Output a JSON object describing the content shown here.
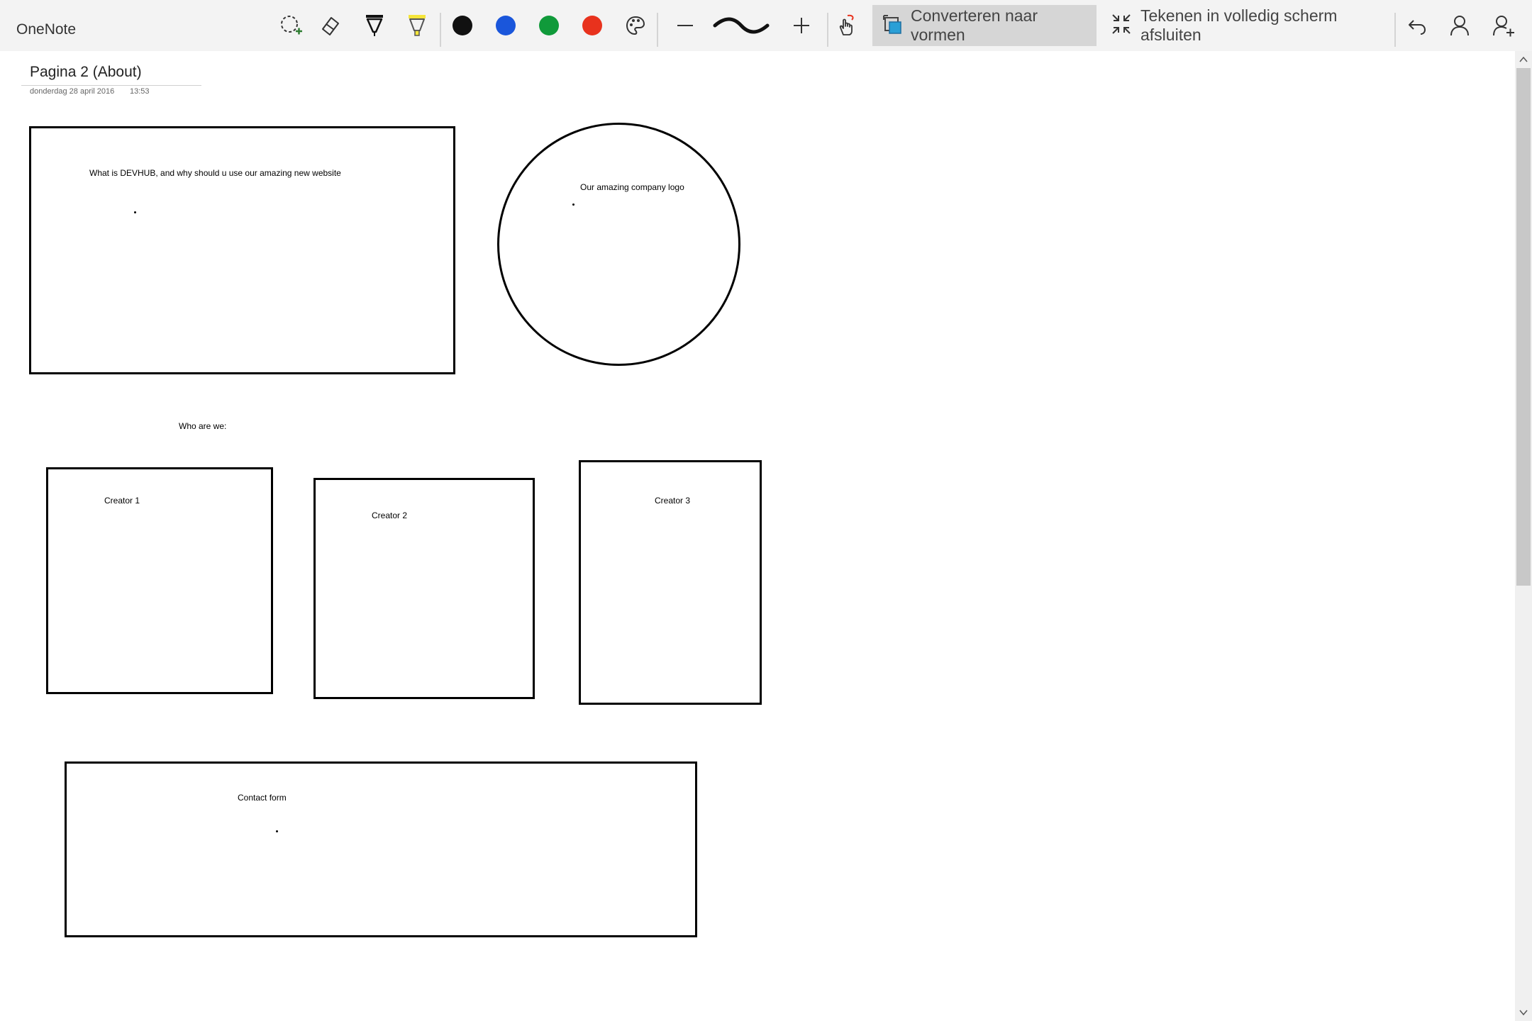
{
  "app": {
    "title": "OneNote"
  },
  "toolbar": {
    "tools": [
      "lasso-select",
      "eraser",
      "pen",
      "highlighter"
    ],
    "colors": [
      "#111111",
      "#1a56db",
      "#109a3a",
      "#e8321d"
    ],
    "more_colors_icon": "palette-icon",
    "thickness_decrease_icon": "minus-icon",
    "thickness_increase_icon": "plus-icon",
    "convert_to_shapes_label": "Converteren naar vormen",
    "exit_fullscreen_label": "Tekenen in volledig scherm afsluiten",
    "undo_icon": "undo-icon",
    "user_icon": "person-icon",
    "share_icon": "add-person-icon"
  },
  "page": {
    "title": "Pagina 2 (About)",
    "date": "donderdag 28 april 2016",
    "time": "13:53",
    "notes": {
      "intro": "What is DEVHUB, and why should u use our amazing new website",
      "logo": "Our amazing company logo",
      "who": "Who are we:",
      "creator1": "Creator 1",
      "creator2": "Creator 2",
      "creator3": "Creator 3",
      "contact": "Contact form"
    }
  }
}
